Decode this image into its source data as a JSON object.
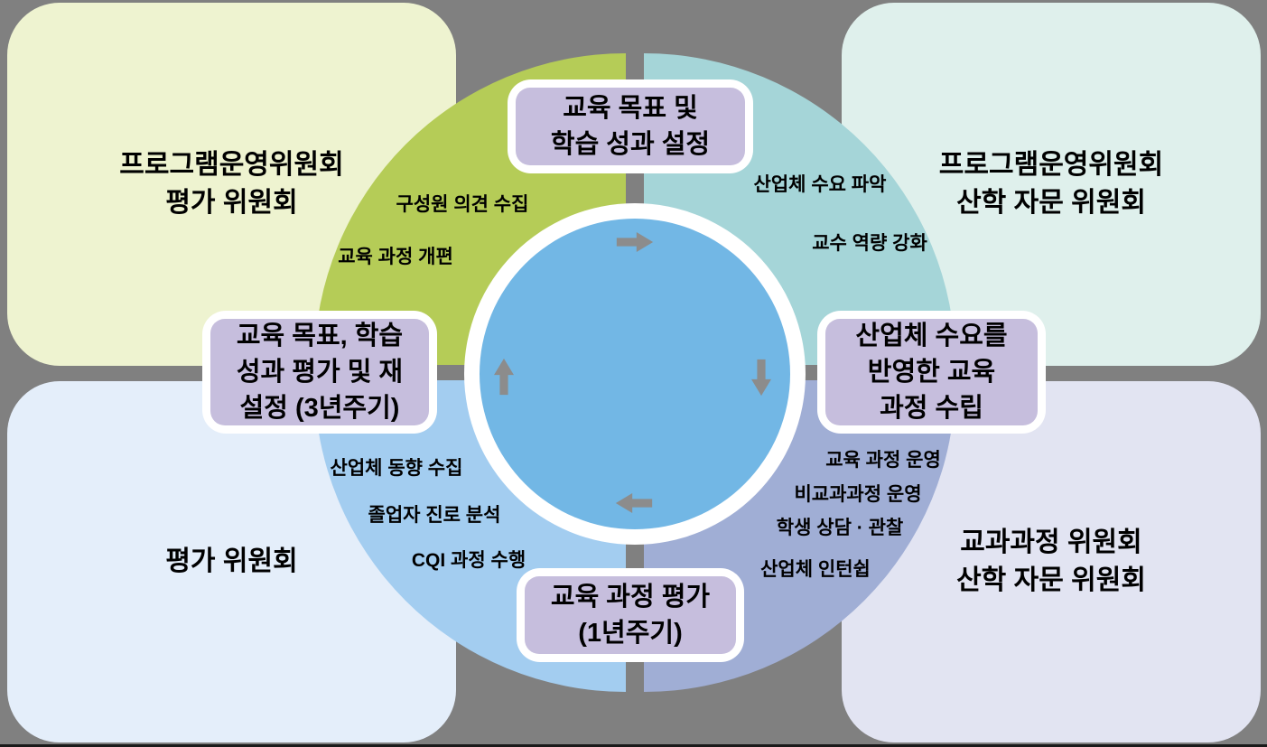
{
  "colors": {
    "background": "#808080",
    "quadrant_top_left": "#b5cc57",
    "quadrant_top_right": "#a5d5d8",
    "quadrant_bottom_left": "#a3cdf0",
    "quadrant_bottom_right": "#a0aed5",
    "center_circle": "#72b7e5",
    "ring_white": "#ffffff",
    "stage_label_fill": "#c6bedd",
    "stage_label_border": "#ffffff",
    "box_top_left": "#eef3d0",
    "box_top_right": "#dff0ec",
    "box_bottom_left": "#e4eefa",
    "box_bottom_right": "#e2e4f2",
    "arrow": "#8c8c8c",
    "text": "#000000"
  },
  "corner_boxes": {
    "top_left": {
      "lines": [
        "프로그램운영위원회",
        "평가 위원회"
      ]
    },
    "top_right": {
      "lines": [
        "프로그램운영위원회",
        "산학 자문 위원회"
      ]
    },
    "bottom_left": {
      "lines": [
        "평가 위원회"
      ]
    },
    "bottom_right": {
      "lines": [
        "교과과정 위원회",
        "산학 자문 위원회"
      ]
    }
  },
  "stage_labels": {
    "top": {
      "lines": [
        "교육 목표 및",
        "학습 성과 설정"
      ]
    },
    "right": {
      "lines": [
        "산업체 수요를",
        "반영한 교육",
        "과정 수립"
      ]
    },
    "bottom": {
      "lines": [
        "교육 과정 평가",
        "(1년주기)"
      ]
    },
    "left": {
      "lines": [
        "교육 목표, 학습",
        "성과 평가 및 재",
        "설정 (3년주기)"
      ]
    }
  },
  "quadrant_items": {
    "top_left": [
      "구성원 의견 수집",
      "교육 과정 개편"
    ],
    "top_right": [
      "산업체 수요 파악",
      "교수 역량 강화"
    ],
    "bottom_left": [
      "산업체 동향 수집",
      "졸업자 진로 분석",
      "CQI 과정 수행"
    ],
    "bottom_right": [
      "교육 과정 운영",
      "비교과과정 운영",
      "학생 상담 · 관찰",
      "산업체 인턴쉽"
    ]
  },
  "cycle": {
    "direction": "clockwise",
    "arrows": [
      "right",
      "down",
      "left",
      "up"
    ]
  }
}
